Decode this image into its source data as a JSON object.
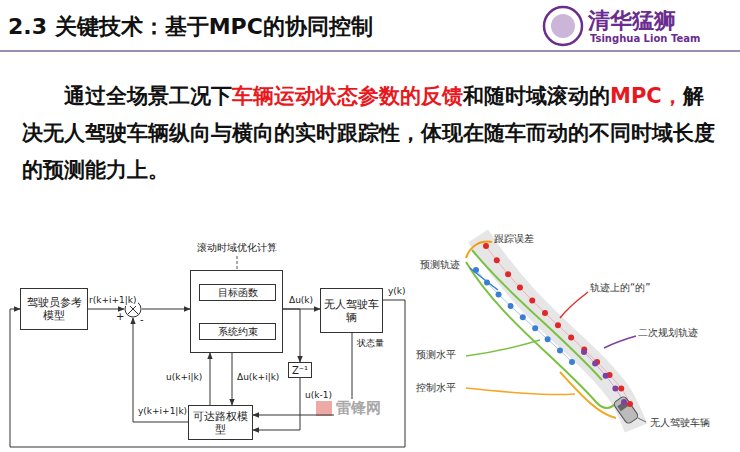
{
  "diagram": {
    "title": "2.3 关键技术：基于MPC的协同控制",
    "nodes": [
      {
        "text": [
          "驾驶员参考模型"
        ]
      },
      {
        "text": [
          "+",
          "-"
        ]
      },
      {
        "text": [
          "滚动时域优化计算"
        ]
      },
      {
        "text": [
          "目标函数"
        ],
        "in": 2
      },
      {
        "text": [
          "系统约束"
        ],
        "in": 2
      },
      {
        "text": [
          "无人驾驶车辆"
        ]
      },
      {
        "text": [
          "Z⁻¹"
        ]
      },
      {
        "text": [
          "可达路权模型"
        ]
      }
    ],
    "edges": [
      {
        "from": 0,
        "to": 1,
        "arrow": "to",
        "label": "r(k+i+1|k)"
      },
      {
        "from": 1,
        "to": 2,
        "arrow": "to"
      },
      {
        "from": 2,
        "to": 5,
        "arrow": "to",
        "label": "Δu(k)"
      },
      {
        "from": 5,
        "to": 0,
        "arrow": "to",
        "label": "y(k)"
      },
      {
        "from": 5,
        "to": 7,
        "arrow": "to",
        "label": "状态量"
      },
      {
        "from": 7,
        "to": 1,
        "arrow": "to",
        "label": "y(k+i+1|k)"
      },
      {
        "from": 7,
        "to": 2,
        "arrow": "to",
        "label": "u(k+i|k)"
      },
      {
        "from": 2,
        "to": 7,
        "arrow": "to",
        "label": "Δu(k+i|k)"
      },
      {
        "from": 2,
        "to": 6,
        "arrow": "to"
      },
      {
        "from": 6,
        "to": 7,
        "arrow": "to",
        "label": "u(k-1)"
      }
    ],
    "labels": [
      "清华猛狮",
      "Tsinghua Lion Team",
      "通过全场景工况下",
      "车辆运动状态参数的反馈",
      "和随时域滚动的",
      "MPC，",
      "解决无人驾驶车辆纵向与横向的实时跟踪性，体现在随车而动的不同时域长度的预测能力上。",
      "跟踪误差",
      "预测轨迹",
      "轨迹上的“的”",
      "二次规划轨迹",
      "预测水平",
      "控制水平",
      "无人驾驶车辆",
      "雷锋网"
    ]
  }
}
